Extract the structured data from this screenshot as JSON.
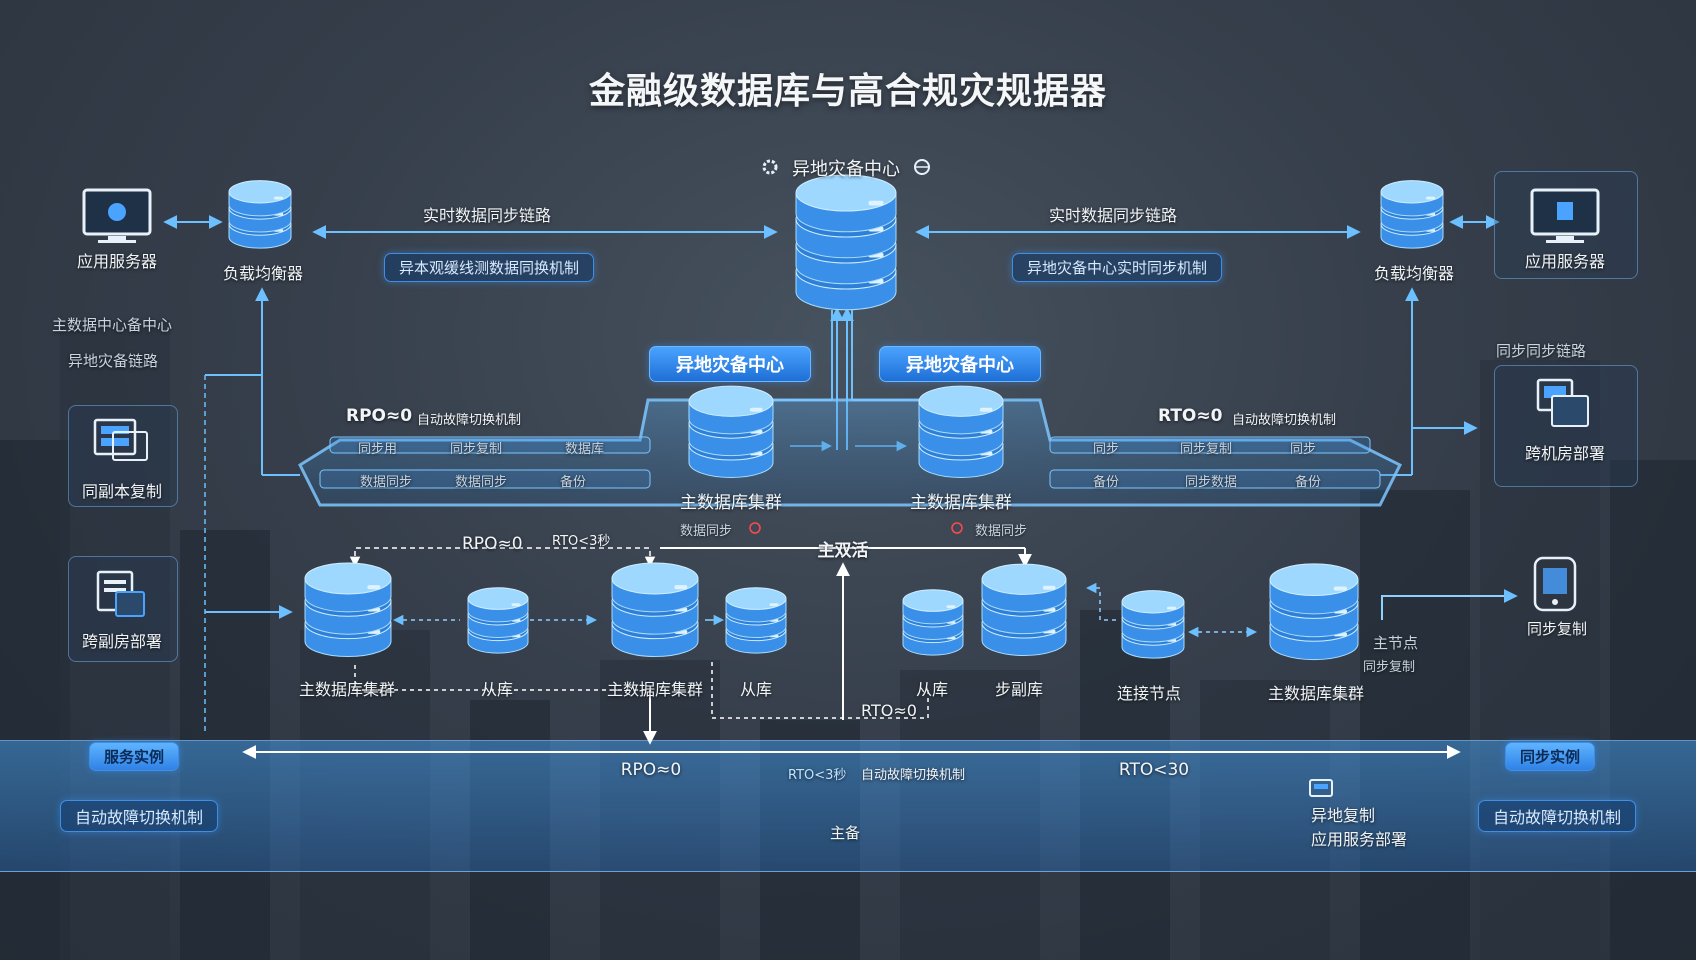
{
  "title": "金融级数据库与高合规灾规据器",
  "top_center": {
    "label": "异地灾备中心"
  },
  "top_left_link": {
    "label": "实时数据同步链路",
    "pill": "异本观缓线测数据同换机制"
  },
  "top_right_link": {
    "label": "实时数据同步链路",
    "pill": "异地灾备中心实时同步机制"
  },
  "left_top": {
    "app_server": "应用服务器",
    "balancer": "负载均衡器"
  },
  "right_top": {
    "app_server": "应用服务器",
    "balancer": "负载均衡器"
  },
  "left_side": {
    "line1": "主数据中心备中心",
    "line2": "异地灾备链路",
    "box1": "同副本复制",
    "box2": "跨副房部署"
  },
  "right_side": {
    "line1": "同步同步链路",
    "box1": "跨机房部署",
    "item": "同步复制"
  },
  "center": {
    "pill_left": "异地灾备中心",
    "pill_right": "异地灾备中心",
    "cluster_left": "主数据库集群",
    "cluster_right": "主数据库集群",
    "rpo_left": "RPO≈0",
    "rpo_left_note": "自动故障切换机制",
    "rto_right": "RTO≈0",
    "rto_right_note": "自动故障切换机制",
    "tray_left": [
      "同步用",
      "同步复制",
      "数据库",
      "数据同步",
      "数据同步",
      "备份"
    ],
    "tray_right": [
      "同步",
      "同步复制",
      "同步",
      "备份",
      "同步数据",
      "备份"
    ],
    "status_left": "数据同步",
    "status_right": "数据同步"
  },
  "middle": {
    "active": "主双活",
    "rpo_top": "RPO≈0",
    "rto_top": "RTO<3秒",
    "nodes": [
      "主数据库集群",
      "从库",
      "主数据库集群",
      "从库",
      "从库",
      "步副库",
      "连接节点",
      "主数据库集群"
    ],
    "rto_mid": "RTO≈0",
    "right_note1": "主节点",
    "right_note2": "同步复制"
  },
  "bottom": {
    "left_pill": "服务实例",
    "right_pill": "同步实例",
    "rpo": "RPO≈0",
    "rto1": "RTO<3秒",
    "failover": "自动故障切换机制",
    "rto2": "RTO<30",
    "left_box": "自动故障切换机制",
    "right_box": "自动故障切换机制",
    "main": "主备",
    "right_line1": "异地复制",
    "right_line2": "应用服务部署"
  },
  "colors": {
    "accent": "#3f8fe6",
    "db_top": "#9fd8ff",
    "db_body": "#3a8fe8",
    "background": "#363f4b",
    "band": "#4aa0ee"
  }
}
